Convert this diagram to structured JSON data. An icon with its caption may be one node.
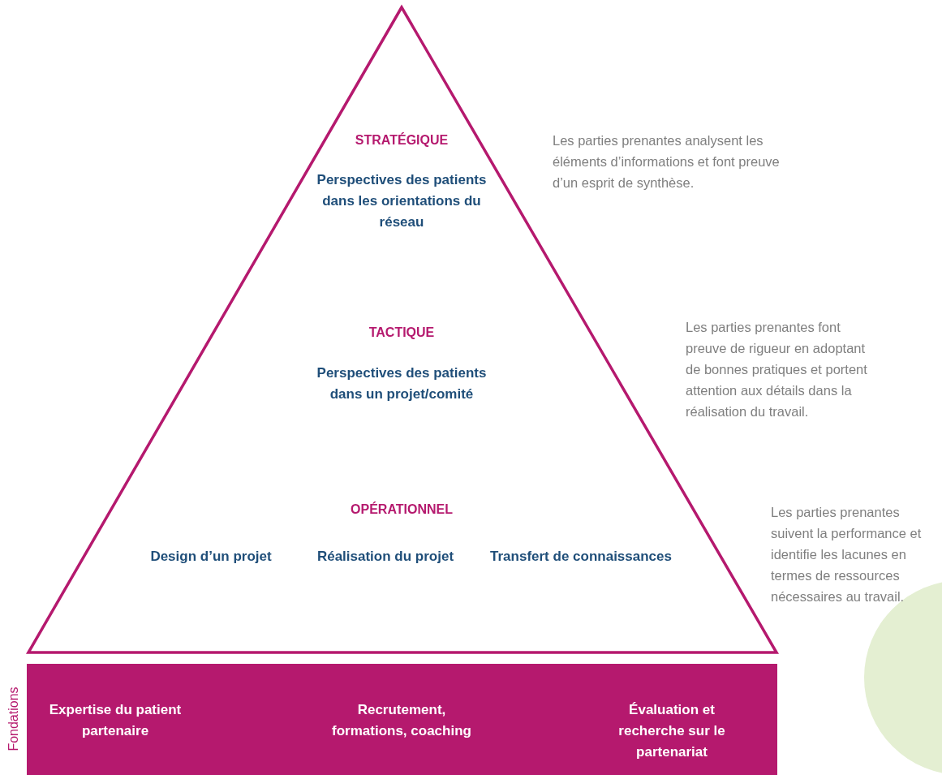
{
  "diagram": {
    "nodes": [
      {
        "text": [
          "STRATÉGIQUE",
          "Perspectives des patients dans les orientations du réseau",
          "TACTIQUE",
          "Perspectives des patients dans un projet/comité",
          "OPÉRATIONNEL",
          "Design d’un projet",
          "Réalisation du projet",
          "Transfert de connaissances"
        ]
      },
      {
        "text": [
          "Expertise du patient partenaire",
          "Recrutement, formations, coaching",
          "Évaluation et recherche sur le partenariat"
        ],
        "beside": [
          "Fondations"
        ]
      }
    ],
    "labels": [
      "Les parties prenantes analysent les éléments d’informations et font preuve d’un esprit de synthèse.",
      "Les parties prenantes font preuve de rigueur en adoptant de bonnes pratiques et portent attention aux détails dans la réalisation du travail.",
      "Les parties prenantes suivent la performance et identifie les lacunes en termes de ressources nécessaires au travail."
    ]
  }
}
